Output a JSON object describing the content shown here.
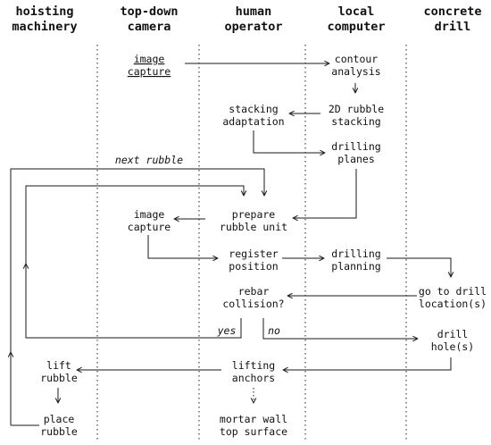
{
  "lanes": [
    {
      "id": "hoisting",
      "lines": [
        "hoisting",
        "machinery"
      ]
    },
    {
      "id": "camera",
      "lines": [
        "top-down",
        "camera"
      ]
    },
    {
      "id": "operator",
      "lines": [
        "human",
        "operator"
      ]
    },
    {
      "id": "computer",
      "lines": [
        "local",
        "computer"
      ]
    },
    {
      "id": "drill",
      "lines": [
        "concrete",
        "drill"
      ]
    }
  ],
  "nodes": [
    {
      "id": "image-capture-1",
      "lines": [
        "image",
        "capture"
      ],
      "underline": true
    },
    {
      "id": "contour-analysis",
      "lines": [
        "contour",
        "analysis"
      ]
    },
    {
      "id": "rubble-stacking",
      "lines": [
        "2D rubble",
        "stacking"
      ]
    },
    {
      "id": "stacking-adaptation",
      "lines": [
        "stacking",
        "adaptation"
      ]
    },
    {
      "id": "drilling-planes",
      "lines": [
        "drilling",
        "planes"
      ]
    },
    {
      "id": "prepare-rubble-unit",
      "lines": [
        "prepare",
        "rubble unit"
      ]
    },
    {
      "id": "image-capture-2",
      "lines": [
        "image",
        "capture"
      ]
    },
    {
      "id": "register-position",
      "lines": [
        "register",
        "position"
      ]
    },
    {
      "id": "drilling-planning",
      "lines": [
        "drilling",
        "planning"
      ]
    },
    {
      "id": "go-to-drill-location",
      "lines": [
        "go to drill",
        "location(s)"
      ]
    },
    {
      "id": "rebar-collision",
      "lines": [
        "rebar",
        "collision?"
      ]
    },
    {
      "id": "drill-holes",
      "lines": [
        "drill",
        "hole(s)"
      ]
    },
    {
      "id": "lifting-anchors",
      "lines": [
        "lifting",
        "anchors"
      ]
    },
    {
      "id": "lift-rubble",
      "lines": [
        "lift",
        "rubble"
      ]
    },
    {
      "id": "place-rubble",
      "lines": [
        "place",
        "rubble"
      ]
    },
    {
      "id": "mortar-wall",
      "lines": [
        "mortar wall",
        "top surface"
      ]
    }
  ],
  "edge_labels": {
    "next_rubble": "next rubble",
    "yes": "yes",
    "no": "no"
  }
}
